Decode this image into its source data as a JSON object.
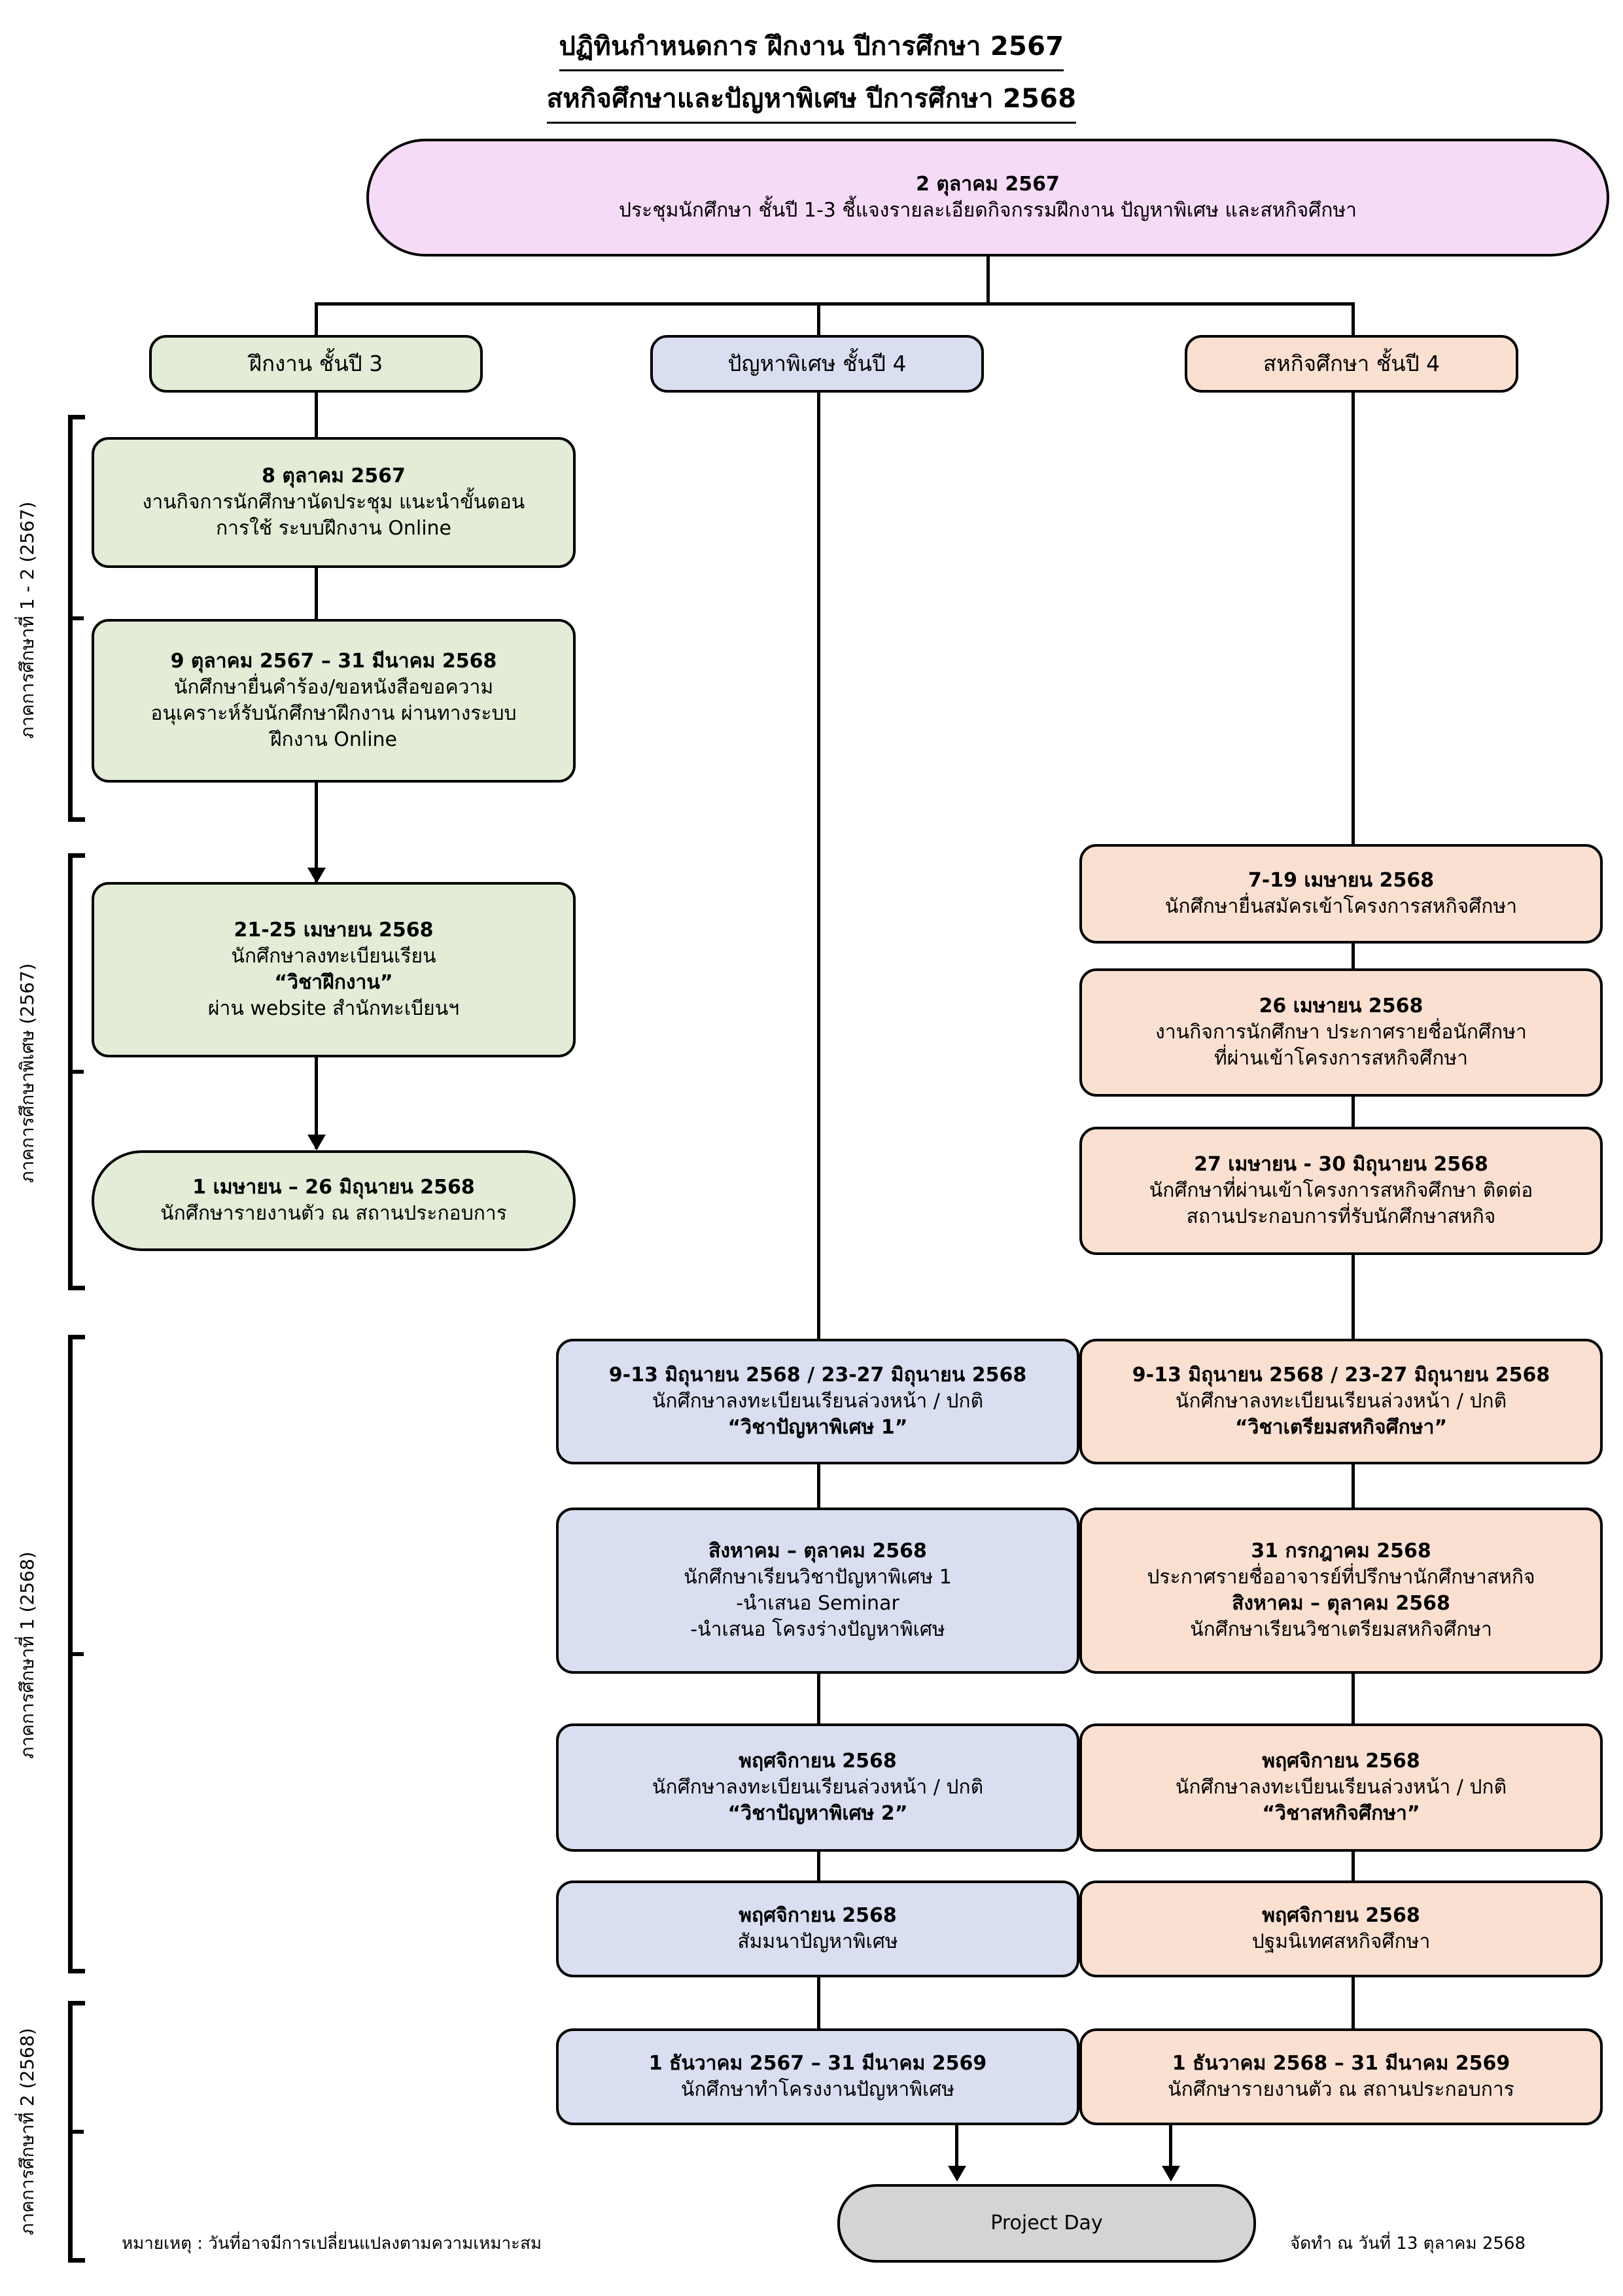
{
  "title": {
    "line1": "ปฏิทินกำหนดการ ฝึกงาน ปีการศึกษา 2567",
    "line2": "สหกิจศึกษาและปัญหาพิเศษ ปีการศึกษา 2568"
  },
  "root": {
    "date": "2 ตุลาคม 2567",
    "detail": "ประชุมนักศึกษา ชั้นปี 1-3 ชี้แจงรายละเอียดกิจกรรมฝึกงาน ปัญหาพิเศษ และสหกิจศึกษา"
  },
  "columns": [
    {
      "id": "internship",
      "header": "ฝึกงาน  ชั้นปี 3",
      "color": "#e2ecd7"
    },
    {
      "id": "special",
      "header": "ปัญหาพิเศษ  ชั้นปี 4",
      "color": "#d9dff0"
    },
    {
      "id": "coop",
      "header": "สหกิจศึกษา  ชั้นปี 4",
      "color": "#fae0d1"
    }
  ],
  "semesters": [
    {
      "label": "ภาคการศึกษาที่ 1 - 2 (2567)"
    },
    {
      "label": "ภาคการศึกษาพิเศษ (2567)"
    },
    {
      "label": "ภาคการศึกษาที่ 1 (2568)"
    },
    {
      "label": "ภาคการศึกษาที่ 2 (2568)"
    }
  ],
  "internship_nodes": [
    {
      "date": "8 ตุลาคม 2567",
      "lines": [
        "งานกิจการนักศึกษานัดประชุม แนะนำขั้นตอน",
        "การใช้ ระบบฝึกงาน Online"
      ]
    },
    {
      "date": "9 ตุลาคม 2567 – 31 มีนาคม 2568",
      "lines": [
        "นักศึกษายื่นคำร้อง/ขอหนังสือขอความ",
        "อนุเคราะห์รับนักศึกษาฝึกงาน ผ่านทางระบบ",
        "ฝึกงาน Online"
      ]
    },
    {
      "date": "21-25 เมษายน 2568",
      "lines": [
        "นักศึกษาลงทะเบียนเรียน"
      ],
      "bold_line": "“วิชาฝึกงาน”",
      "lines_after": [
        "ผ่าน website สำนักทะเบียนฯ"
      ]
    },
    {
      "date": "1 เมษายน – 26 มิถุนายน 2568",
      "lines": [
        "นักศึกษารายงานตัว ณ สถานประกอบการ"
      ]
    }
  ],
  "special_nodes": [
    {
      "date": "9-13 มิถุนายน 2568 / 23-27 มิถุนายน 2568",
      "lines": [
        "นักศึกษาลงทะเบียนเรียนล่วงหน้า / ปกติ"
      ],
      "bold_line": "“วิชาปัญหาพิเศษ 1”"
    },
    {
      "date": "สิงหาคม – ตุลาคม 2568",
      "lines": [
        "นักศึกษาเรียนวิชาปัญหาพิเศษ 1",
        "-นำเสนอ Seminar",
        "-นำเสนอ โครงร่างปัญหาพิเศษ"
      ]
    },
    {
      "date": "พฤศจิกายน 2568",
      "lines": [
        "นักศึกษาลงทะเบียนเรียนล่วงหน้า / ปกติ"
      ],
      "bold_line": "“วิชาปัญหาพิเศษ 2”"
    },
    {
      "date": "พฤศจิกายน 2568",
      "lines": [
        "สัมมนาปัญหาพิเศษ"
      ]
    },
    {
      "date": "1 ธันวาคม 2567 – 31 มีนาคม 2569",
      "lines": [
        "นักศึกษาทำโครงงานปัญหาพิเศษ"
      ]
    }
  ],
  "coop_nodes": [
    {
      "date": "7-19 เมษายน 2568",
      "lines": [
        "นักศึกษายื่นสมัครเข้าโครงการสหกิจศึกษา"
      ]
    },
    {
      "date": "26 เมษายน 2568",
      "lines": [
        "งานกิจการนักศึกษา ประกาศรายชื่อนักศึกษา",
        "ที่ผ่านเข้าโครงการสหกิจศึกษา"
      ]
    },
    {
      "date": "27 เมษายน - 30 มิถุนายน 2568",
      "lines": [
        "นักศึกษาที่ผ่านเข้าโครงการสหกิจศึกษา ติดต่อ",
        "สถานประกอบการที่รับนักศึกษาสหกิจ"
      ]
    },
    {
      "date": "9-13 มิถุนายน 2568 / 23-27 มิถุนายน 2568",
      "lines": [
        "นักศึกษาลงทะเบียนเรียนล่วงหน้า / ปกติ"
      ],
      "bold_line": "“วิชาเตรียมสหกิจศึกษา”"
    },
    {
      "date": "31 กรกฎาคม 2568",
      "lines": [
        "ประกาศรายชื่ออาจารย์ที่ปรึกษานักศึกษาสหกิจ"
      ],
      "date2": "สิงหาคม – ตุลาคม 2568",
      "lines2": [
        "นักศึกษาเรียนวิชาเตรียมสหกิจศึกษา"
      ]
    },
    {
      "date": "พฤศจิกายน 2568",
      "lines": [
        "นักศึกษาลงทะเบียนเรียนล่วงหน้า / ปกติ"
      ],
      "bold_line": "“วิชาสหกิจศึกษา”"
    },
    {
      "date": "พฤศจิกายน 2568",
      "lines": [
        "ปฐมนิเทศสหกิจศึกษา"
      ]
    },
    {
      "date": "1 ธันวาคม 2568 – 31 มีนาคม 2569",
      "lines": [
        "นักศึกษารายงานตัว ณ สถานประกอบการ"
      ]
    }
  ],
  "project_day": {
    "label": "Project Day"
  },
  "footer": {
    "note": "หมายเหตุ : วันที่อาจมีการเปลี่ยนแปลงตามความเหมาะสม",
    "prepared": "จัดทำ ณ วันที่ 13 ตุลาคม 2568"
  },
  "colors": {
    "green": "#e2ecd7",
    "blue": "#d9dff0",
    "orange": "#fae0d1",
    "pink": "#f6dbf6",
    "grey": "#d4d4d4",
    "stroke": "#000000"
  }
}
